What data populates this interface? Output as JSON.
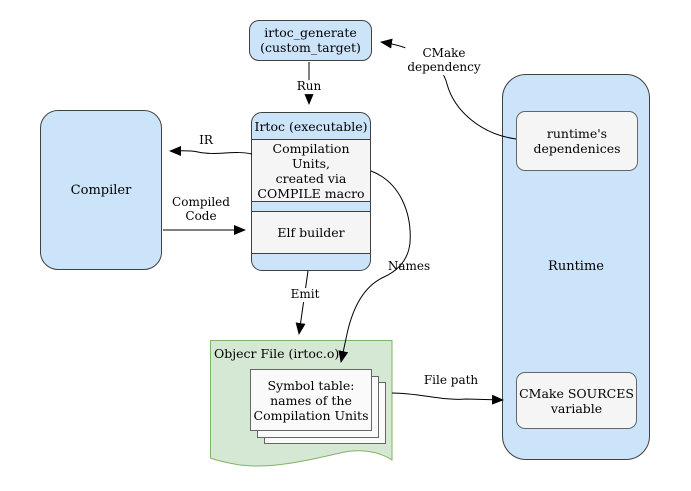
{
  "nodes": {
    "irtoc_generate": {
      "label": "irtoc_generate\n(custom_target)"
    },
    "irtoc": {
      "title": "Irtoc (executable)",
      "compilation_units": "Compilation Units,\ncreated via\nCOMPILE macro",
      "elf_builder": "Elf builder"
    },
    "compiler": {
      "label": "Compiler"
    },
    "runtime": {
      "label": "Runtime",
      "dependencies": "runtime's\ndependenices",
      "sources": "CMake SOURCES\nvariable"
    },
    "object_file": {
      "title": "Objecr File (irtoc.o)",
      "symbol_table": "Symbol table:\nnames of the\nCompilation Units"
    }
  },
  "edges": {
    "run": "Run",
    "ir": "IR",
    "compiled_code": "Compiled\nCode",
    "emit": "Emit",
    "names": "Names",
    "cmake_dependency": "CMake\ndependency",
    "file_path": "File path"
  },
  "colors": {
    "node_blue": "#cce4fa",
    "node_gray": "#f5f5f5",
    "doc_green": "#d5e8d4",
    "doc_border": "#82b366",
    "dark_border": "#404040",
    "gray_border": "#666666",
    "paper_fill": "#fafafa",
    "edge_color": "#000000"
  }
}
